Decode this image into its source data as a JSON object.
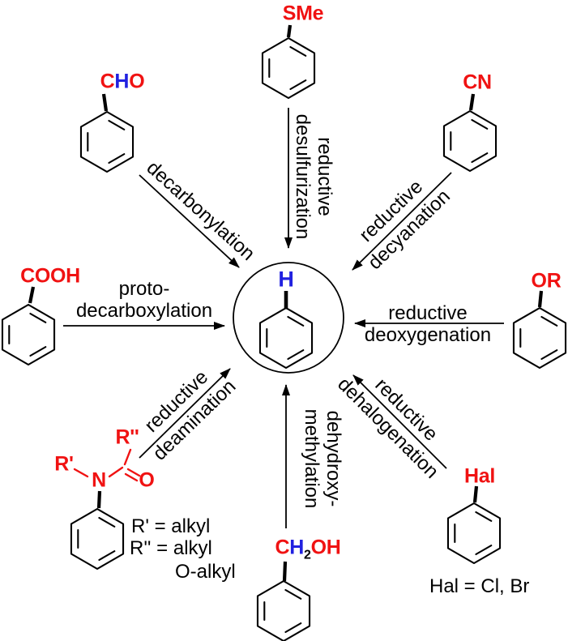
{
  "colors": {
    "substituent_red": "#f01212",
    "retained_h_blue": "#2121e0",
    "line_black": "#000000",
    "background": "#ffffff"
  },
  "center_molecule": {
    "h_label": "H"
  },
  "molecules": {
    "thioanisole": {
      "substituent": "SMe"
    },
    "benzaldehyde": {
      "c": "C",
      "h": "H",
      "o": "O"
    },
    "benzonitrile": {
      "substituent": "CN"
    },
    "benzoic_acid": {
      "substituent": "COOH"
    },
    "aryl_ether": {
      "substituent": "OR"
    },
    "amide": {
      "r_double_prime": "R''",
      "r_prime": "R'",
      "n": "N",
      "o": "O",
      "notes": [
        "R' = alkyl",
        "R'' = alkyl",
        "O-alkyl"
      ]
    },
    "benzyl_alcohol": {
      "c": "C",
      "h": "H",
      "sub": "2",
      "oh": "OH"
    },
    "aryl_halide": {
      "substituent": "Hal",
      "note": "Hal = Cl, Br"
    }
  },
  "reactions": {
    "desulfurization": {
      "line1": "reductive",
      "line2": "desulfurization"
    },
    "decarbonylation": {
      "line1": "decarbonylation"
    },
    "decyanation": {
      "line1": "reductive",
      "line2": "decyanation"
    },
    "protodecarboxylation": {
      "line1": "proto-",
      "line2": "decarboxylation"
    },
    "deoxygenation": {
      "line1": "reductive",
      "line2": "deoxygenation"
    },
    "deamination": {
      "line1": "reductive",
      "line2": "deamination"
    },
    "dehydroxymethylation": {
      "line1": "dehydroxy-",
      "line2": "methylation"
    },
    "dehalogenation": {
      "line1": "reductive",
      "line2": "dehalogenation"
    }
  }
}
